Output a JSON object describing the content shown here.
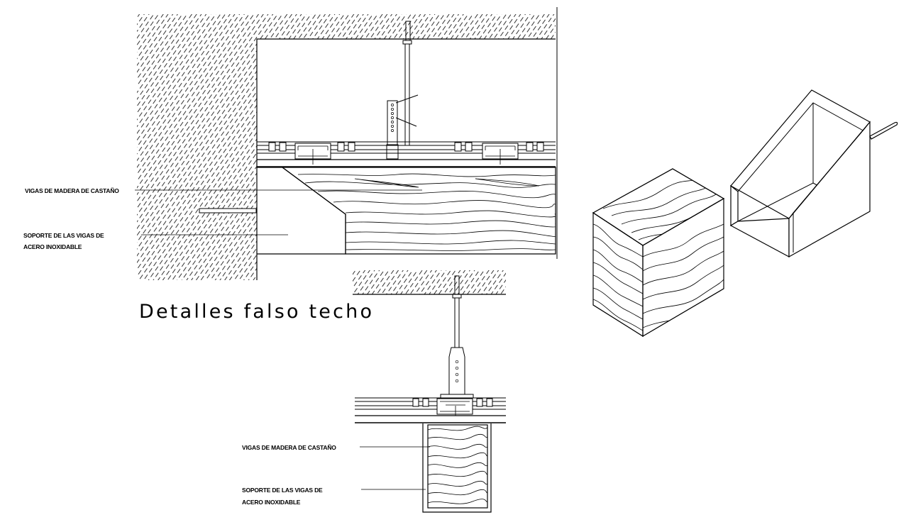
{
  "title": "Detalles falso techo",
  "labels": {
    "beam_wood_1": "VIGAS DE MADERA DE CASTAÑO",
    "support_1_line1": "SOPORTE DE LAS VIGAS DE",
    "support_1_line2": "ACERO INOXIDABLE",
    "beam_wood_2": "VIGAS DE MADERA DE CASTAÑO",
    "support_2_line1": "SOPORTE DE LAS VIGAS DE",
    "support_2_line2": "ACERO INOXIDABLE"
  },
  "colors": {
    "line": "#000000",
    "background": "#ffffff"
  }
}
